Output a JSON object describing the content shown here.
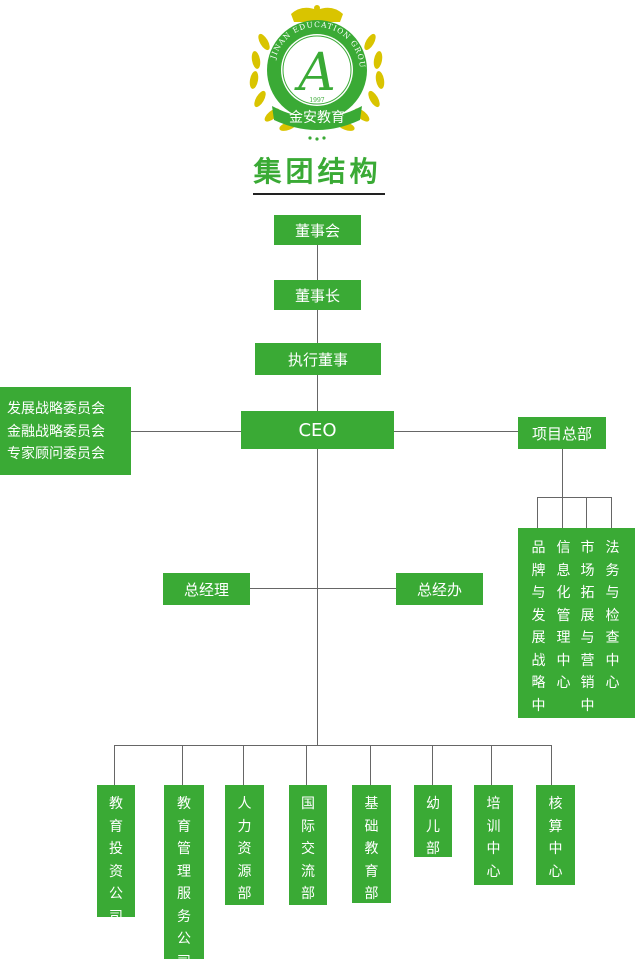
{
  "logo": {
    "arc_text": "JINAN EDUCATION GROUP",
    "letter": "A",
    "year": "1997",
    "banner": "金安教育",
    "brand_color": "#3aaa35",
    "accent_color": "#d9c400"
  },
  "title": "集团结构",
  "nodes": {
    "board": "董事会",
    "chairman": "董事长",
    "exec_director": "执行董事",
    "ceo": "CEO",
    "project_hq": "项目总部",
    "general_manager": "总经理",
    "gm_office": "总经办"
  },
  "committees": [
    "发展战略委员会",
    "金融战略委员会",
    "专家顾问委员会"
  ],
  "project_centers": [
    "品牌与发展战略中心",
    "信息化管理中心",
    "市场拓展与营销中心",
    "法务与检查中心"
  ],
  "departments": [
    "教育投资公司",
    "教育管理服务公司",
    "人力资源部",
    "国际交流部",
    "基础教育部",
    "幼儿部",
    "培训中心",
    "核算中心"
  ]
}
